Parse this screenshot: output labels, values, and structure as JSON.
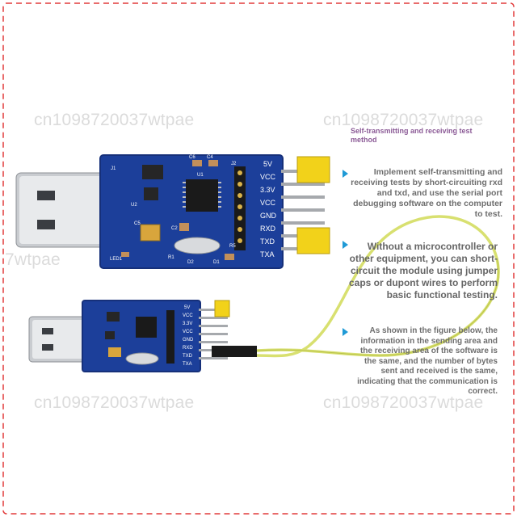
{
  "watermark": {
    "text_left": "cn1098720037wtpae",
    "text_right": "cn1098720037wtpae",
    "text_edge": "7wtpae",
    "text_bottom_left": "cn1098720037wtpae",
    "text_bottom_right": "cn1098720037wtpae"
  },
  "heading": "Self-transmitting and receiving test method",
  "paragraphs": [
    "Implement self-transmitting and receiving tests by short-circuiting rxd and txd, and use the serial port debugging software on the computer to test.",
    "Without a microcontroller or other equipment, you can short-circuit the module using jumper caps or dupont wires to perform basic functional testing.",
    "As shown in the figure below, the information in the sending area and the receiving area of the software is the same, and the number of bytes sent and received is the same, indicating that the communication is correct."
  ],
  "board_large": {
    "pins": [
      "5V",
      "VCC",
      "3.3V",
      "VCC",
      "GND",
      "RXD",
      "TXD",
      "TXA"
    ],
    "labels": {
      "j1": "J1",
      "u2": "U2",
      "c5": "C5",
      "c6": "C6",
      "c4": "C4",
      "u1": "U1",
      "j2": "J2",
      "c2": "C2",
      "led1": "LED1",
      "r1": "R1",
      "r5": "R5",
      "d2": "D2",
      "d1": "D1"
    }
  },
  "board_small": {
    "pins": [
      "5V",
      "VCC",
      "3.3V",
      "VCC",
      "GND",
      "RXD",
      "TXD",
      "TXA"
    ]
  },
  "colors": {
    "pcb": "#1c3f9a",
    "pcb_edge": "#16307a",
    "jumper": "#f2d21a",
    "arrow": "#1f9ad6",
    "heading": "#8b5a96",
    "wire": "#d8e070"
  }
}
